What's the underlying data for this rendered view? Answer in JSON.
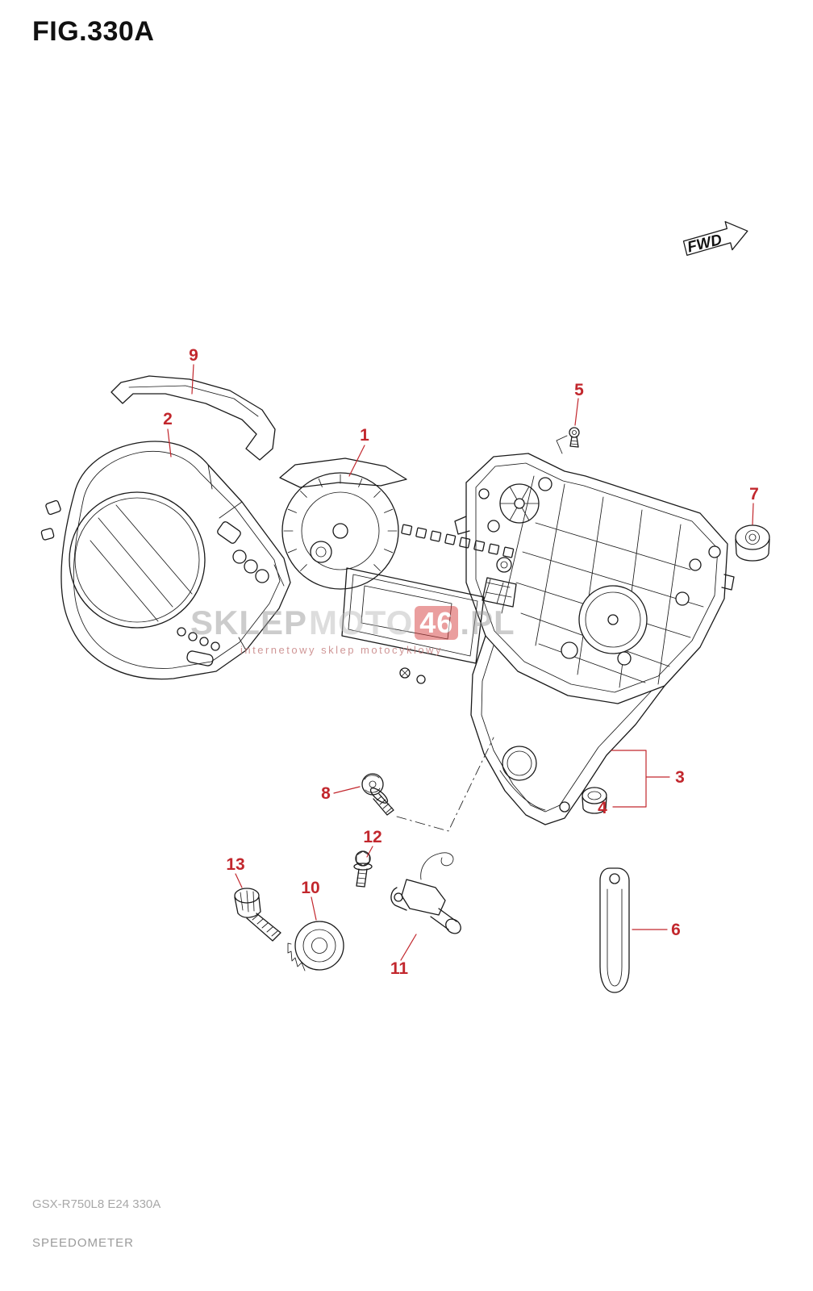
{
  "page": {
    "title": "FIG.330A",
    "footer_code": "GSX-R750L8 E24 330A",
    "footer_name": "SPEEDOMETER"
  },
  "fwd_label": "FWD",
  "watermark": {
    "part_sklep": "SKLEP",
    "part_moto": "MOTO",
    "part_46": "46",
    "part_pl": ".PL",
    "subtitle": "internetowy sklep motocyklowy"
  },
  "callouts": [
    "1",
    "2",
    "3",
    "4",
    "5",
    "6",
    "7",
    "8",
    "9",
    "10",
    "11",
    "12",
    "13"
  ],
  "colors": {
    "callout_red": "#c2272d",
    "line_black": "#1a1a1a",
    "watermark_gray": "#9a9a9a",
    "watermark_red": "#d64040"
  }
}
